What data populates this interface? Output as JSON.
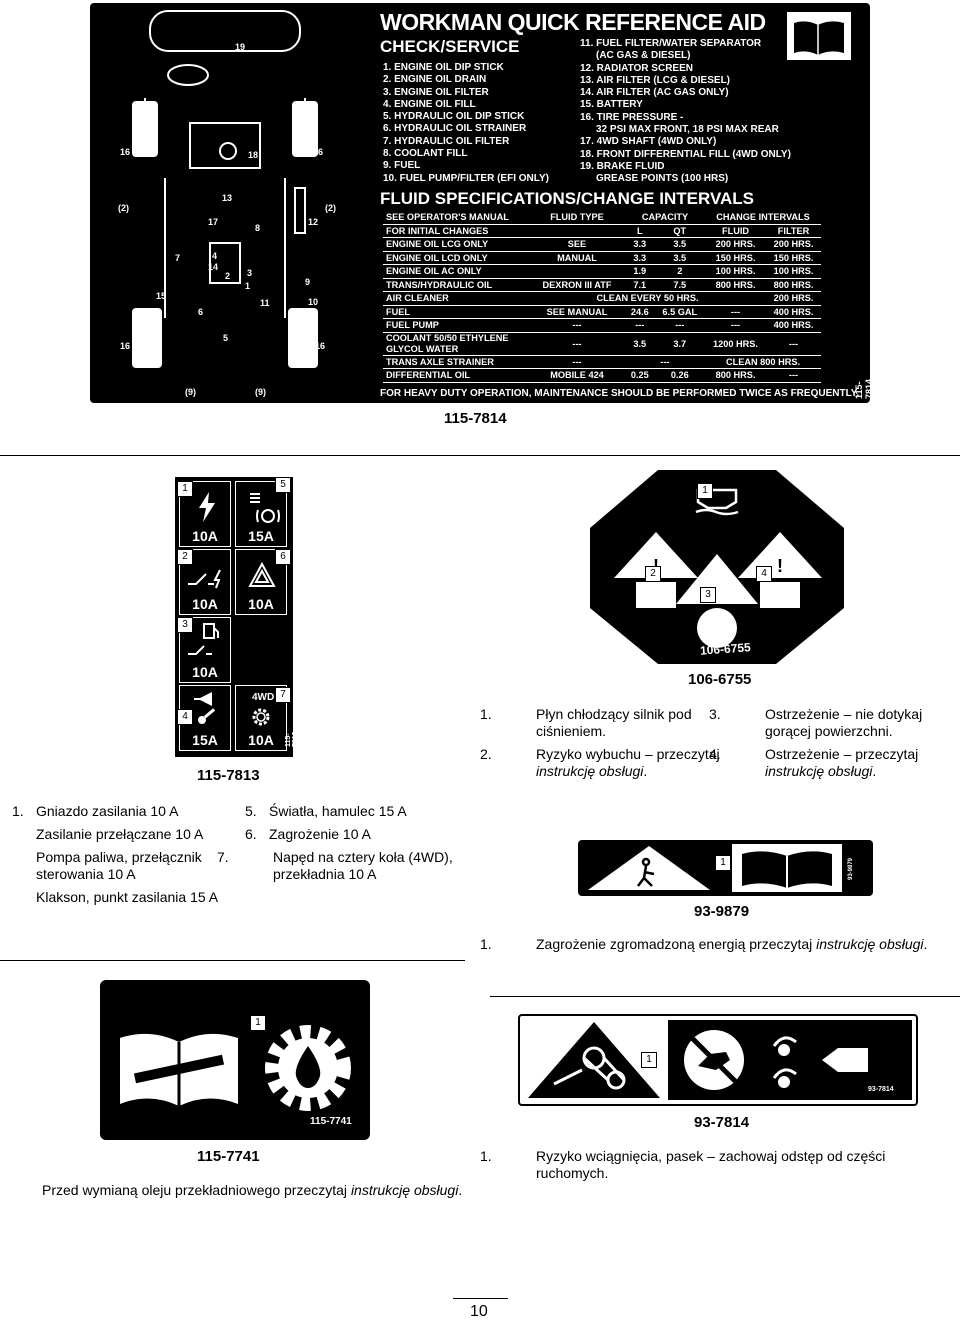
{
  "qra": {
    "title": "WORKMAN QUICK REFERENCE AID",
    "subtitle": "CHECK/SERVICE",
    "list_left": [
      "1. ENGINE OIL DIP STICK",
      "2. ENGINE OIL DRAIN",
      "3. ENGINE OIL FILTER",
      "4. ENGINE OIL FILL",
      "5. HYDRAULIC OIL DIP STICK",
      "6. HYDRAULIC OIL STRAINER",
      "7. HYDRAULIC OIL FILTER",
      "8. COOLANT FILL",
      "9. FUEL",
      "10. FUEL PUMP/FILTER (EFI ONLY)"
    ],
    "list_right": [
      "11. FUEL FILTER/WATER SEPARATOR",
      "(AC GAS & DIESEL)",
      "12. RADIATOR SCREEN",
      "13. AIR FILTER (LCG & DIESEL)",
      "14. AIR FILTER (AC GAS ONLY)",
      "15. BATTERY",
      "16. TIRE PRESSURE -",
      "32 PSI MAX FRONT, 18 PSI  MAX REAR",
      "17. 4WD SHAFT (4WD ONLY)",
      "18. FRONT DIFFERENTIAL FILL (4WD ONLY)",
      "19. BRAKE FLUID",
      "GREASE POINTS (100 HRS)"
    ],
    "spec_title": "FLUID SPECIFICATIONS/CHANGE INTERVALS",
    "table_header": [
      "SEE OPERATOR'S MANUAL",
      "FLUID TYPE",
      "CAPACITY",
      "CHANGE INTERVALS"
    ],
    "table_header2": [
      "FOR INITIAL CHANGES",
      "",
      "L",
      "QT",
      "FLUID",
      "FILTER"
    ],
    "rows": [
      [
        "ENGINE OIL    LCG ONLY",
        "SEE",
        "3.3",
        "3.5",
        "200 HRS.",
        "200 HRS."
      ],
      [
        "ENGINE OIL    LCD ONLY",
        "MANUAL",
        "3.3",
        "3.5",
        "150 HRS.",
        "150 HRS."
      ],
      [
        "ENGINE OIL    AC ONLY",
        "",
        "1.9",
        "2",
        "100 HRS.",
        "100 HRS."
      ],
      [
        "TRANS/HYDRAULIC OIL",
        "DEXRON III ATF",
        "7.1",
        "7.5",
        "800 HRS.",
        "800 HRS."
      ],
      [
        "AIR CLEANER",
        "CLEAN EVERY 50 HRS.",
        "",
        "",
        "",
        "200 HRS."
      ],
      [
        "FUEL",
        "SEE MANUAL",
        "24.6",
        "6.5 GAL",
        "---",
        "400 HRS."
      ],
      [
        "FUEL PUMP",
        "---",
        "---",
        "---",
        "---",
        "400 HRS."
      ],
      [
        "COOLANT 50/50 ETHYLENE GLYCOL WATER",
        "---",
        "3.5",
        "3.7",
        "1200 HRS.",
        "---"
      ],
      [
        "TRANS AXLE STRAINER",
        "---",
        "---",
        "",
        "CLEAN 800 HRS.",
        ""
      ],
      [
        "DIFFERENTIAL OIL",
        "MOBILE 424",
        "0.25",
        "0.26",
        "800 HRS.",
        "---"
      ]
    ],
    "footer": "FOR HEAVY DUTY OPERATION, MAINTENANCE SHOULD BE PERFORMED TWICE AS FREQUENTLY.",
    "side_code": "115-7814",
    "diagram_labels": [
      "19",
      "18",
      "16",
      "16",
      "(2)",
      "(2)",
      "13",
      "17",
      "12",
      "8",
      "7",
      "4",
      "14",
      "2",
      "3",
      "1",
      "15",
      "6",
      "5",
      "9",
      "10",
      "11",
      "16",
      "16",
      "(9)",
      "(9)"
    ]
  },
  "codes": {
    "c1": "115-7814",
    "c2": "115-7813",
    "c3": "106-6755",
    "c4": "93-9879",
    "c5": "115-7741",
    "c6": "93-7814"
  },
  "fuse": {
    "amps": [
      "10A",
      "15A",
      "10A",
      "10A",
      "10A",
      "15A",
      "10A"
    ],
    "badges": [
      "1",
      "5",
      "2",
      "6",
      "3",
      "4",
      "7"
    ],
    "fourwd": "4WD",
    "side_code": "115-7813"
  },
  "desc_7813": {
    "left": [
      {
        "n": "1.",
        "t": "Gniazdo zasilania 10 A"
      },
      {
        "n": "2.",
        "t": "Zasilanie przełączane 10 A"
      },
      {
        "n": "3.",
        "t": "Pompa paliwa, przełącznik sterowania 10 A"
      },
      {
        "n": "4.",
        "t": "Klakson, punkt zasilania 15 A"
      }
    ],
    "right": [
      {
        "n": "5.",
        "t": "Światła, hamulec 15 A"
      },
      {
        "n": "6.",
        "t": "Zagrożenie 10 A"
      },
      {
        "n": "7.",
        "t": "Napęd na cztery koła (4WD), przekładnia 10 A"
      }
    ]
  },
  "desc_6755": {
    "i1": {
      "n": "1.",
      "t": "Płyn chłodzący silnik pod ciśnieniem."
    },
    "i2": {
      "n": "2.",
      "t": "Ryzyko wybuchu – przeczytaj ",
      "it": "instrukcję obsługi",
      "end": "."
    },
    "i3": {
      "n": "3.",
      "t": "Ostrzeżenie – nie dotykaj gorącej powierzchni."
    },
    "i4": {
      "n": "4.",
      "t": "Ostrzeżenie – przeczytaj ",
      "it": "instrukcję obsługi",
      "end": "."
    },
    "decal_code": "106-6755",
    "badges": [
      "1",
      "2",
      "3",
      "4"
    ]
  },
  "desc_9879": {
    "n": "1.",
    "t": "Zagrożenie zgromadzoną energią przeczytaj ",
    "it": "instrukcję obsługi",
    "end": ".",
    "badge": "1",
    "side": "93-9879"
  },
  "desc_7741": {
    "n": "1.",
    "t": "Przed wymianą oleju przekładniowego przeczytaj ",
    "it": "instrukcję obsługi",
    "end": ".",
    "badge": "1",
    "inner_code": "115-7741"
  },
  "desc_7814": {
    "n": "1.",
    "t": "Ryzyko wciągnięcia, pasek – zachowaj odstęp od części ruchomych.",
    "badge": "1",
    "inner_code": "93-7814"
  },
  "page_number": "10"
}
